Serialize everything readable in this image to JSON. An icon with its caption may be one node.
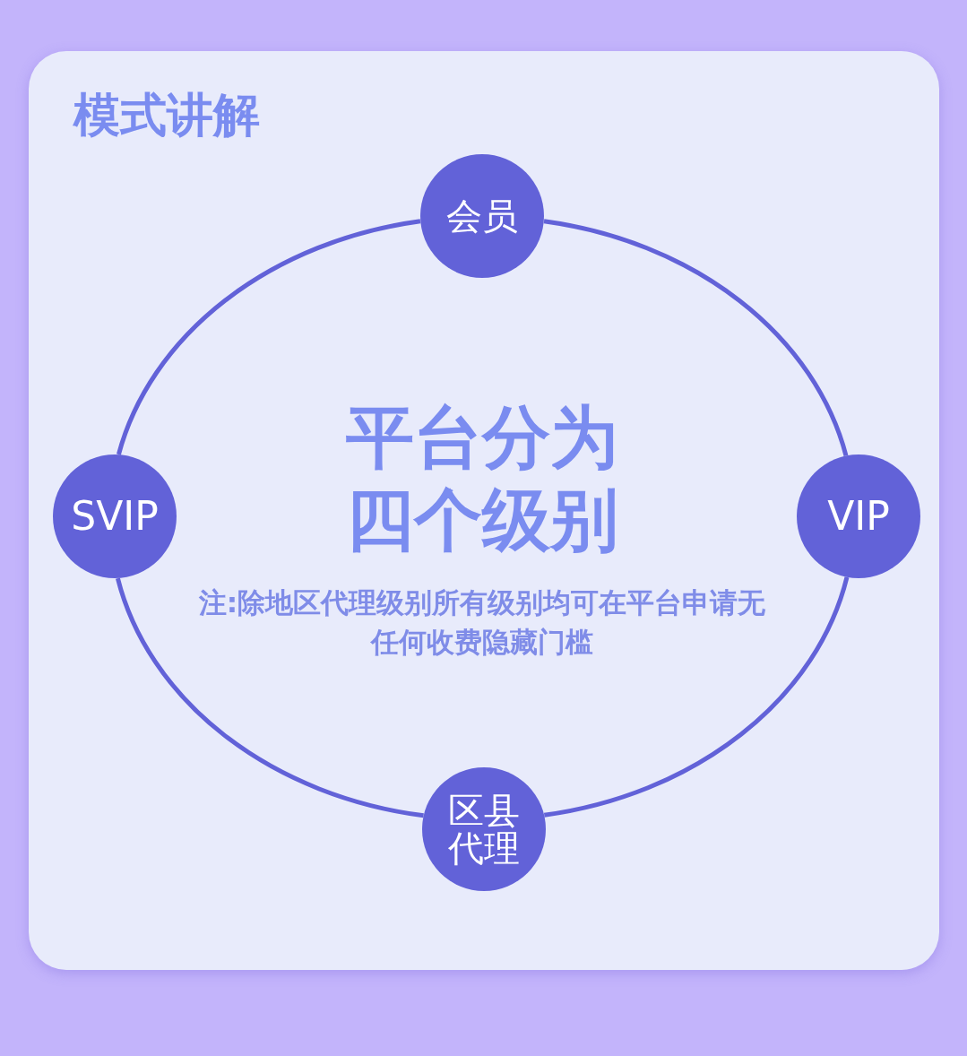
{
  "diagram": {
    "title": "模式讲解",
    "nodes": [
      {
        "text": [
          "会员"
        ]
      },
      {
        "text": [
          "SVIP"
        ]
      },
      {
        "text": [
          "VIP"
        ]
      },
      {
        "text": [
          "区县代理"
        ]
      }
    ],
    "edges": [
      {
        "from": 0,
        "to": 2,
        "arrow": "none"
      },
      {
        "from": 2,
        "to": 3,
        "arrow": "none"
      },
      {
        "from": 3,
        "to": 1,
        "arrow": "none"
      },
      {
        "from": 1,
        "to": 0,
        "arrow": "none"
      }
    ],
    "labels": [
      "平台分为四个级别",
      "注:除地区代理级别所有级别均可在平台申请无任何收费隐藏门槛"
    ]
  }
}
